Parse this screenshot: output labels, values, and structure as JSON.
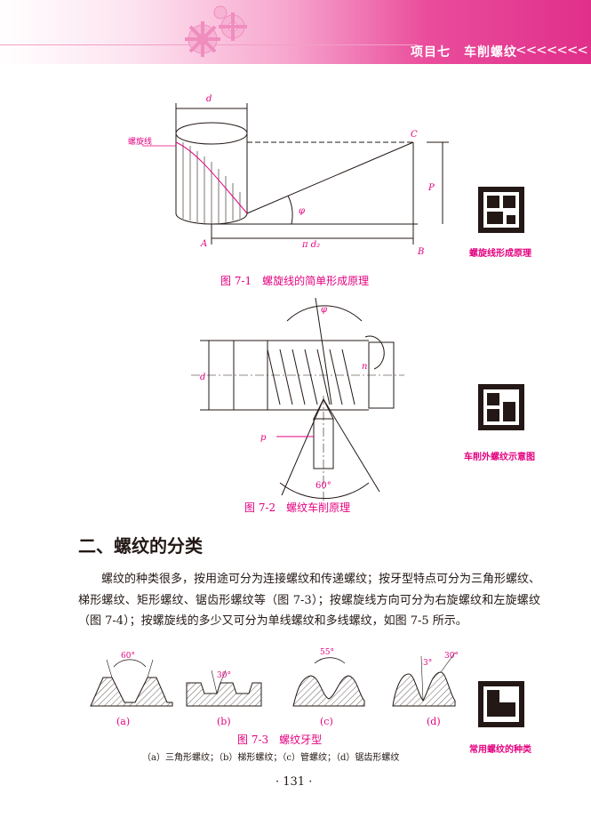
{
  "header": {
    "project_title": "项目七　车削螺纹",
    "chevrons": "<<<<<<<"
  },
  "figure1": {
    "caption": "图 7-1　螺旋线的简单形成原理",
    "labels": {
      "d": "d",
      "helix": "螺旋线",
      "C": "C",
      "P": "P",
      "phi": "φ",
      "A": "A",
      "pi_d2": "π d₂",
      "B": "B"
    }
  },
  "qr1": {
    "label": "螺旋线形成原理"
  },
  "figure2": {
    "caption": "图 7-2　螺纹车削原理",
    "labels": {
      "phi": "φ",
      "d": "d",
      "n": "n",
      "p": "p",
      "angle": "60°"
    }
  },
  "qr2": {
    "label": "车削外螺纹示意图"
  },
  "section": {
    "title": "二、螺纹的分类",
    "paragraph": "螺纹的种类很多，按用途可分为连接螺纹和传递螺纹；按牙型特点可分为三角形螺纹、梯形螺纹、矩形螺纹、锯齿形螺纹等（图 7-3）；按螺旋线方向可分为右旋螺纹和左旋螺纹（图 7-4）；按螺旋线的多少又可分为单线螺纹和多线螺纹，如图 7-5 所示。"
  },
  "figure3": {
    "caption": "图 7-3　螺纹牙型",
    "subcaption": "（a）三角形螺纹；（b）梯形螺纹；（c）管螺纹；（d）锯齿形螺纹",
    "panels": [
      {
        "label": "(a)",
        "angle": "60°"
      },
      {
        "label": "(b)",
        "angle": "30°"
      },
      {
        "label": "(c)",
        "angle": "55°"
      },
      {
        "label": "(d)",
        "angle1": "3°",
        "angle2": "30°"
      }
    ]
  },
  "qr3": {
    "label": "常用螺纹的种类"
  },
  "footer": {
    "page_number": "· 131 ·"
  }
}
